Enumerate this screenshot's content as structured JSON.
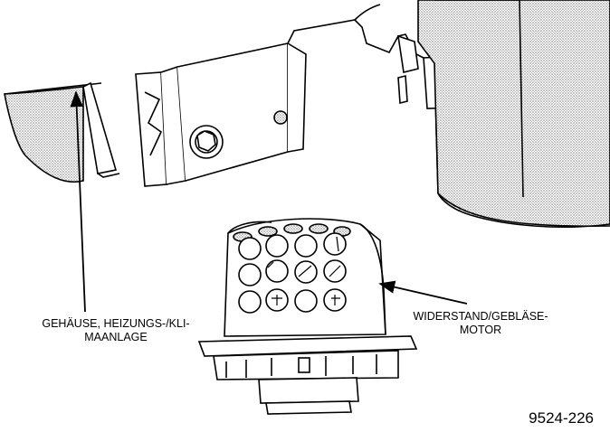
{
  "labels": {
    "housing_line1": "GEHÄUSE, HEIZUNGS-/KLI-",
    "housing_line2": "MAANLAGE",
    "resistor_line1": "WIDERSTAND/GEBLÄSE-",
    "resistor_line2": "MOTOR"
  },
  "figure_number": "9524-226",
  "colors": {
    "ink": "#000000",
    "stipple": "#9a9a9a",
    "paper": "#ffffff"
  }
}
